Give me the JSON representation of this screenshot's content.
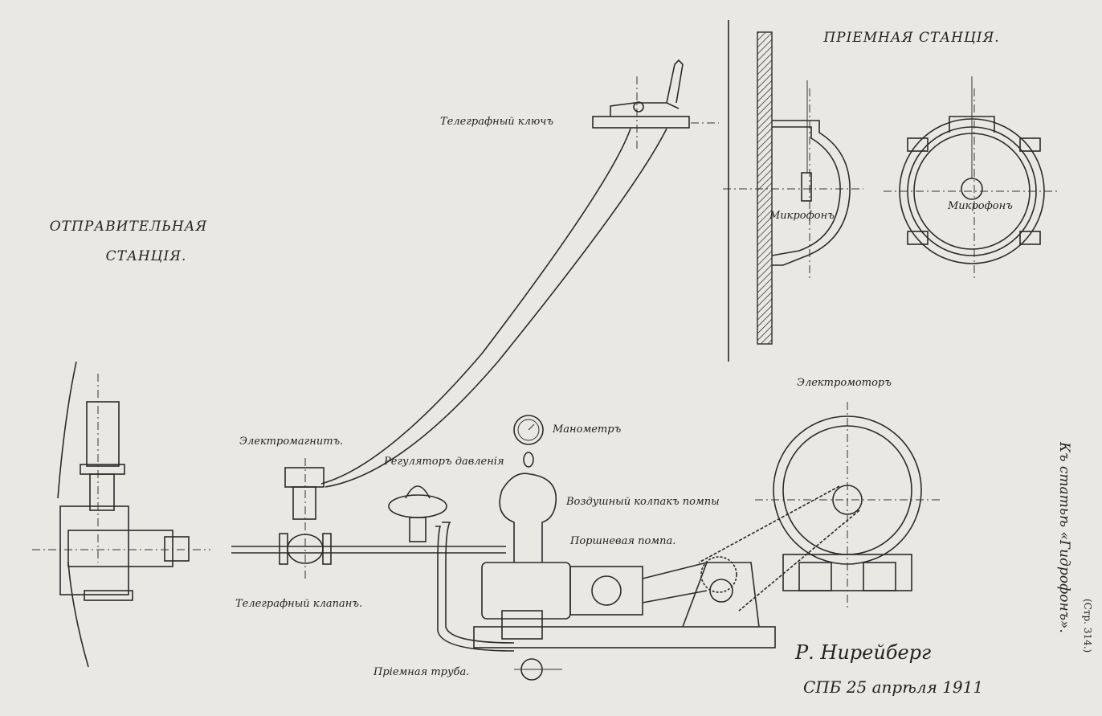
{
  "titles": {
    "receiving_station": "ПРІЕМНАЯ СТАНЦІЯ.",
    "sending_station_line1": "ОТПРАВИТЕЛЬНАЯ",
    "sending_station_line2": "СТАНЦІЯ."
  },
  "labels": {
    "telegraph_key": "Телеграфный ключъ",
    "microphone_side": "Микрофонъ",
    "microphone_front": "Микрофонъ",
    "electromotor": "Электромоторъ",
    "electromagnet": "Электромагнитъ.",
    "pressure_regulator": "Регуляторъ давленія",
    "manometer": "Манометръ",
    "pump_air_chamber": "Воздушный колпакъ помпы",
    "piston_pump": "Поршневая помпа.",
    "telegraph_valve": "Телеграфный клапанъ.",
    "intake_pipe": "Пріемная труба."
  },
  "side_note": {
    "article": "Къ статьѣ «Гидрофонъ».",
    "page": "(Стр. 314.)"
  },
  "signature": {
    "name": "Р. Нирейберг",
    "place_date": "СПБ 25 апрѣля 1911"
  }
}
